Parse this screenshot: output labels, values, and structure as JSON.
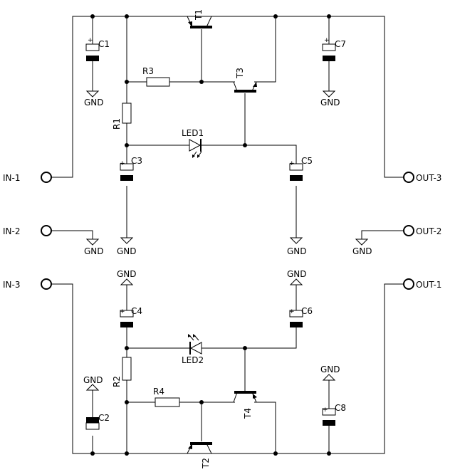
{
  "terminals": {
    "in1": "IN-1",
    "in2": "IN-2",
    "in3": "IN-3",
    "out1": "OUT-1",
    "out2": "OUT-2",
    "out3": "OUT-3"
  },
  "capacitors": {
    "c1": "C1",
    "c2": "C2",
    "c3": "C3",
    "c4": "C4",
    "c5": "C5",
    "c6": "C6",
    "c7": "C7",
    "c8": "C8"
  },
  "resistors": {
    "r1": "R1",
    "r2": "R2",
    "r3": "R3",
    "r4": "R4"
  },
  "transistors": {
    "t1": "T1",
    "t2": "T2",
    "t3": "T3",
    "t4": "T4"
  },
  "leds": {
    "led1": "LED1",
    "led2": "LED2"
  },
  "ground_label": "GND",
  "polarity_mark": "+"
}
